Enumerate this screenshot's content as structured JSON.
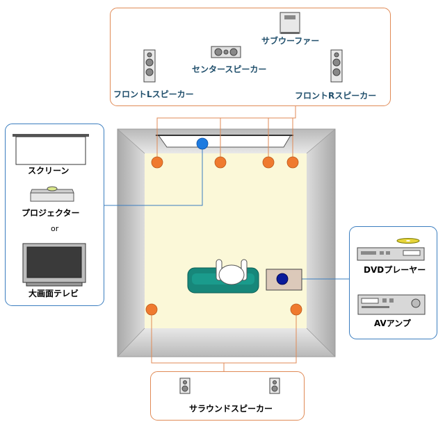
{
  "front_group": {
    "subwoofer_label": "サブウーファー",
    "center_label": "センタースピーカー",
    "front_l_label": "フロントLスピーカー",
    "front_r_label": "フロントRスピーカー"
  },
  "display_group": {
    "screen_label": "スクリーン",
    "projector_label": "プロジェクター",
    "or_label": "or",
    "tv_label": "大画面テレビ"
  },
  "player_group": {
    "dvd_label": "DVDプレーヤー",
    "av_amp_label": "AVアンプ"
  },
  "surround_group": {
    "surround_label": "サラウンドスピーカー"
  },
  "colors": {
    "group_border_orange": "#e08a55",
    "group_border_blue": "#3a7dbf",
    "speaker_dot": "#ef7a2f",
    "room_floor": "#fbf8d8",
    "room_wall": "#c8c8c8",
    "sofa": "#17877a",
    "label_text": "#1f4e6b",
    "display_dot": "#1e7be0",
    "player_dot": "#0a1a9a"
  },
  "icons": [
    "speaker-icon",
    "subwoofer-icon",
    "center-speaker-icon",
    "screen-icon",
    "projector-icon",
    "tv-icon",
    "dvd-player-icon",
    "av-amplifier-icon",
    "sofa-icon",
    "listener-icon"
  ]
}
